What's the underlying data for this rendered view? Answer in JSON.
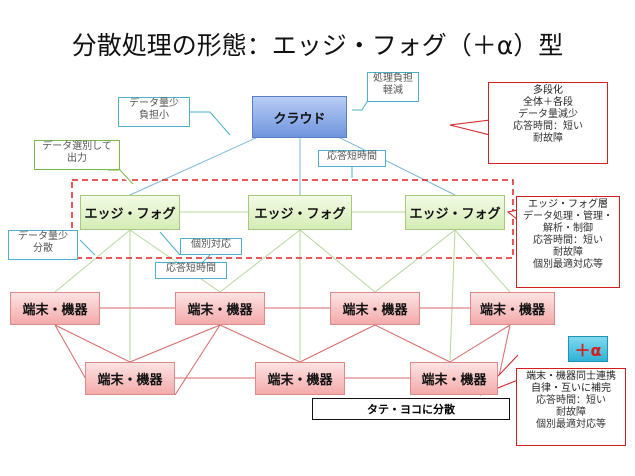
{
  "title": "分散処理の形態：エッジ・フォグ（＋α）型",
  "nodes": {
    "cloud": "クラウド",
    "edge": "エッジ・フォグ",
    "device": "端末・機器",
    "plus": "＋α"
  },
  "callouts": {
    "cloud_load": [
      "処理負担",
      "軽減"
    ],
    "data_less_top": [
      "データ量少",
      "負担小"
    ],
    "data_select": [
      "データ選別して",
      "出力"
    ],
    "response_short_top": "応答短時間",
    "multi_stage": [
      "多段化",
      "全体＋各段",
      "データ量減少",
      "応答時間：短い",
      "耐故障"
    ],
    "edge_layer": [
      "エッジ・フォグ層",
      "データ処理・管理・",
      "解析・制御",
      "応答時間：短い",
      "耐故障",
      "個別最適対応等"
    ],
    "data_less_left": [
      "データ量少",
      "分散"
    ],
    "individual": "個別対応",
    "response_short_mid": "応答短時間",
    "device_coop": [
      "端末・機器同士連携",
      "自律・互いに補完",
      "応答時間：短い",
      "耐故障",
      "個別最適対応等"
    ]
  },
  "bottom_label": "タテ・ヨコに分散",
  "colors": {
    "cloud_fill": "#8aa9e6",
    "edge_fill": "#e3f3cc",
    "device_fill": "#f8c2c2",
    "connector_blue": "#7ab8d9",
    "connector_green": "#b7d79b",
    "connector_red": "#d66a6a",
    "dashed_frame": "#e02020"
  }
}
